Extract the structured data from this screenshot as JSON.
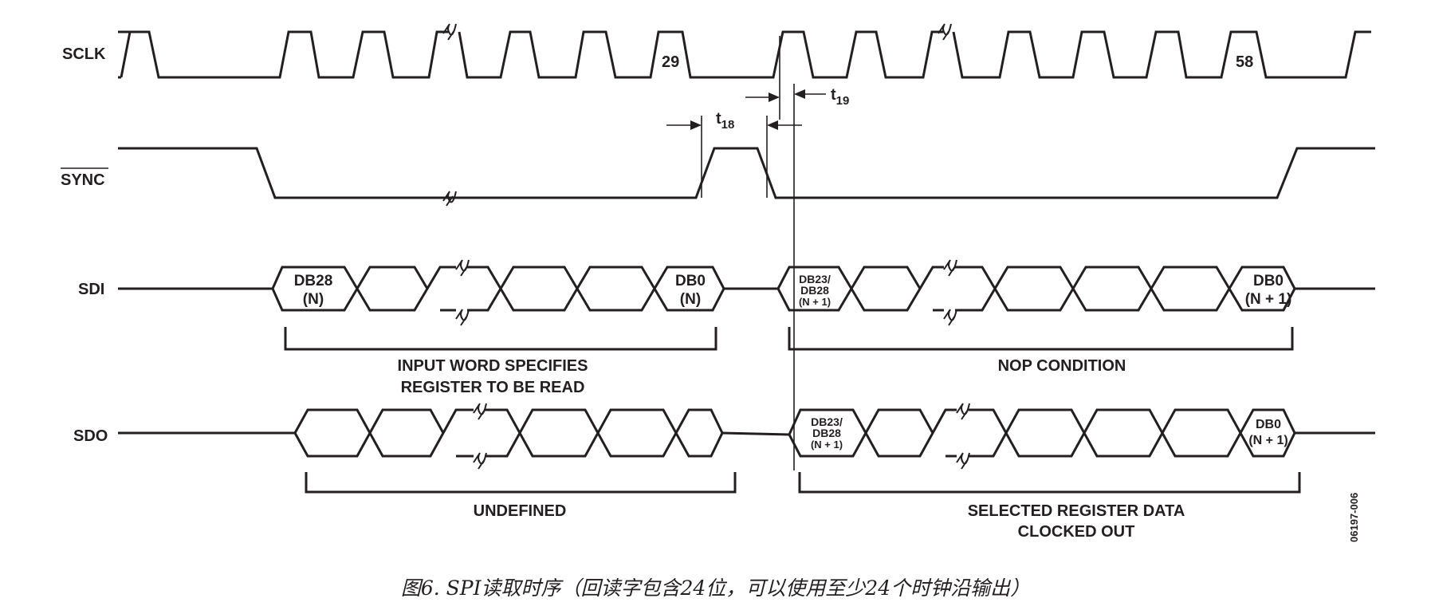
{
  "signals": {
    "sclk": "SCLK",
    "sync": "SYNC",
    "sdi": "SDI",
    "sdo": "SDO"
  },
  "clock_marks": {
    "first": "29",
    "second": "58"
  },
  "timings": {
    "t18": {
      "base": "t",
      "sub": "18"
    },
    "t19": {
      "base": "t",
      "sub": "19"
    }
  },
  "sdi_words": {
    "first": [
      "DB28",
      "(N)"
    ],
    "last": [
      "DB0",
      "(N)"
    ],
    "next_first": [
      "DB23/",
      "DB28",
      "(N + 1)"
    ],
    "next_last": [
      "DB0",
      "(N + 1)"
    ]
  },
  "sdo_words": {
    "first": [
      "DB23/",
      "DB28",
      "(N + 1)"
    ],
    "last": [
      "DB0",
      "(N + 1)"
    ]
  },
  "brackets": {
    "input_word": [
      "INPUT WORD SPECIFIES",
      "REGISTER TO BE READ"
    ],
    "nop": [
      "NOP CONDITION"
    ],
    "undefined": [
      "UNDEFINED"
    ],
    "selected": [
      "SELECTED REGISTER DATA",
      "CLOCKED OUT"
    ]
  },
  "figure_id": "06197-006",
  "caption": "图6. SPI读取时序（回读字包含24位，可以使用至少24个时钟沿输出）"
}
